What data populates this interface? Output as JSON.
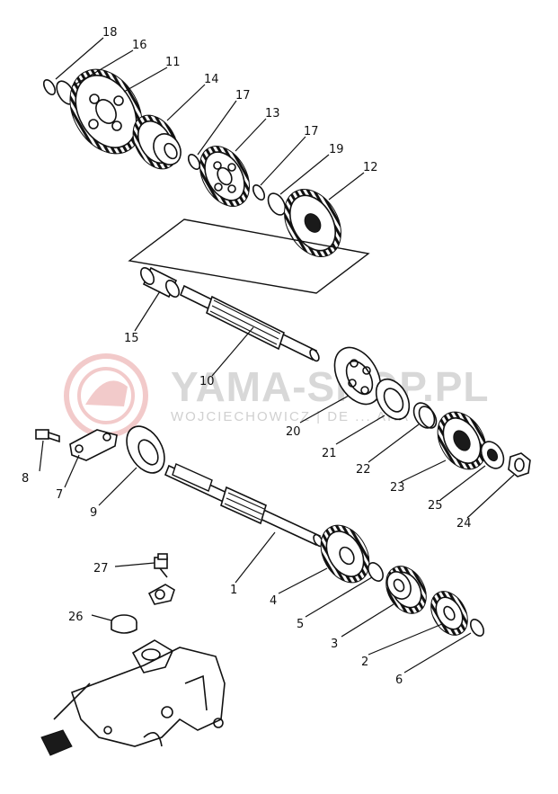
{
  "watermark": {
    "brand": "YAMA-SHOP.PL",
    "tagline": "WOJCIECHOWICZ | DE ... ARA"
  },
  "labels": {
    "p1": "1",
    "p2": "2",
    "p3": "3",
    "p4": "4",
    "p5": "5",
    "p6": "6",
    "p7": "7",
    "p8": "8",
    "p9": "9",
    "p10": "10",
    "p11": "11",
    "p12": "12",
    "p13": "13",
    "p14": "14",
    "p15": "15",
    "p16": "16",
    "p17a": "17",
    "p17b": "17",
    "p18": "18",
    "p19": "19",
    "p20": "20",
    "p21": "21",
    "p22": "22",
    "p23": "23",
    "p24": "24",
    "p25": "25",
    "p26": "26",
    "p27": "27"
  },
  "colors": {
    "ink": "#111111",
    "watermark": "#d8d8d8",
    "logo": "#e8a0a0"
  }
}
